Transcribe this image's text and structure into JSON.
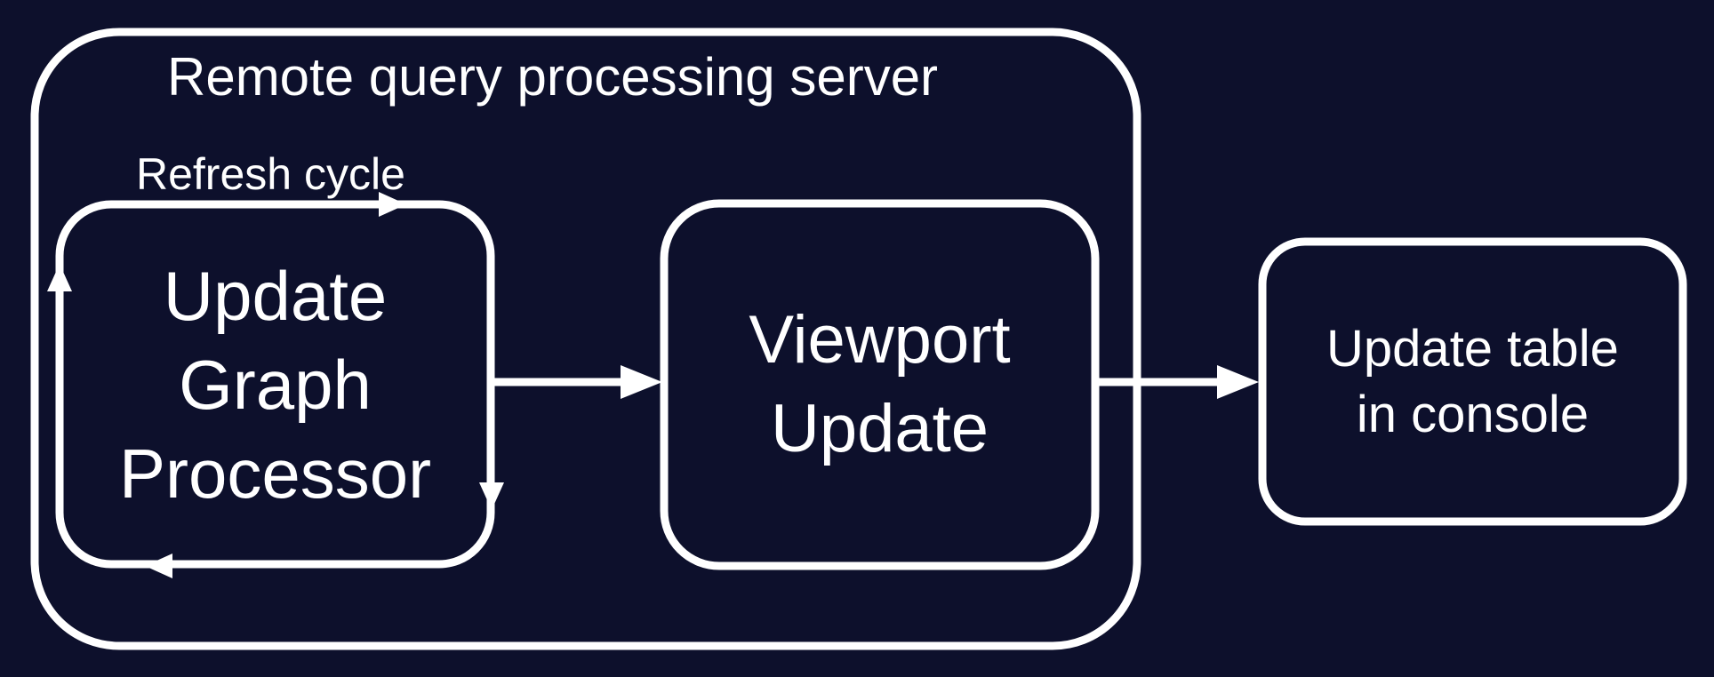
{
  "diagram": {
    "title": "Remote query processing server",
    "refresh_label": "Refresh cycle",
    "nodes": {
      "graph_processor": {
        "label": "Update\nGraph\nProcessor"
      },
      "viewport_update": {
        "label": "Viewport\nUpdate"
      },
      "update_table": {
        "label": "Update table\nin console"
      }
    },
    "edges": [
      {
        "from": "graph_processor",
        "to": "viewport_update"
      },
      {
        "from": "viewport_update",
        "to": "update_table"
      },
      {
        "type": "self-loop",
        "on": "graph_processor",
        "label": "Refresh cycle",
        "direction": "clockwise"
      }
    ],
    "colors": {
      "background": "#0d102c",
      "stroke": "#ffffff",
      "text": "#ffffff"
    }
  }
}
